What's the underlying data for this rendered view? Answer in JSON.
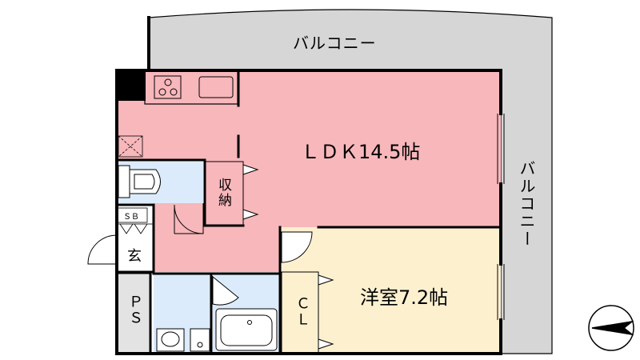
{
  "plan": {
    "balcony_top": "バルコニー",
    "balcony_right": "バルコニー",
    "ldk": "ＬＤＫ14.5帖",
    "storage": "収納",
    "bedroom": "洋室7.2帖",
    "closet": "ＣＬ",
    "shoe_box": "ＳＢ",
    "entrance": "玄",
    "pipe_space": "ＰＳ"
  },
  "colors": {
    "balcony": "#d6d6d6",
    "ldk": "#f7b7bb",
    "bedroom": "#fdf0cf",
    "wet_area": "#dcebfb",
    "wall": "#000000",
    "service": "#e3e3e3"
  },
  "icons": [
    "north-arrow-icon",
    "stove-icon",
    "sink-icon",
    "toilet-icon",
    "bathtub-icon",
    "washbasin-icon",
    "vent-icon"
  ]
}
